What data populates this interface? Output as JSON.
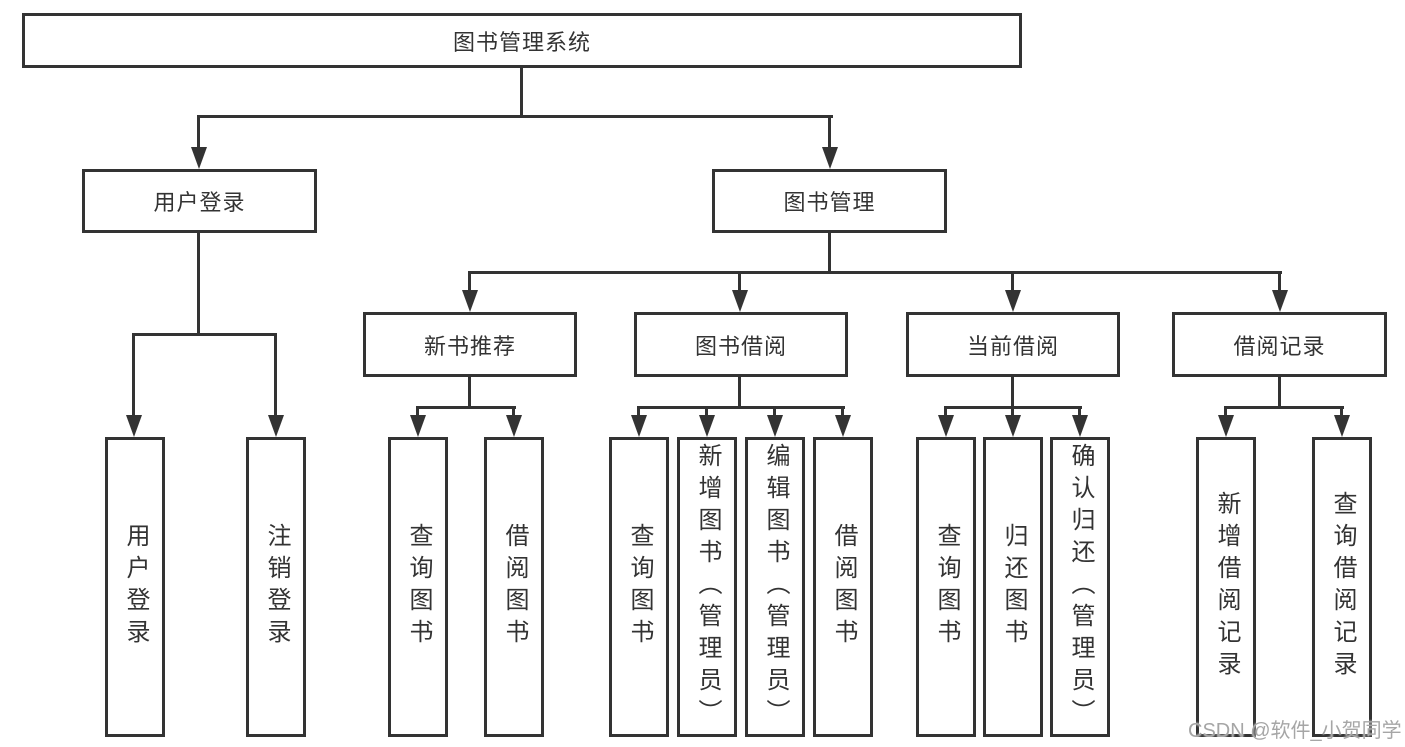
{
  "tree": {
    "root": {
      "label": "图书管理系统",
      "children": [
        {
          "label": "用户登录",
          "children": [
            {
              "label": "用户登录"
            },
            {
              "label": "注销登录"
            }
          ]
        },
        {
          "label": "图书管理",
          "children": [
            {
              "label": "新书推荐",
              "children": [
                {
                  "label": "查询图书"
                },
                {
                  "label": "借阅图书"
                }
              ]
            },
            {
              "label": "图书借阅",
              "children": [
                {
                  "label": "查询图书"
                },
                {
                  "label": "新增图书（管理员）"
                },
                {
                  "label": "编辑图书（管理员）"
                },
                {
                  "label": "借阅图书"
                }
              ]
            },
            {
              "label": "当前借阅",
              "children": [
                {
                  "label": "查询图书"
                },
                {
                  "label": "归还图书"
                },
                {
                  "label": "确认归还（管理员）"
                }
              ]
            },
            {
              "label": "借阅记录",
              "children": [
                {
                  "label": "新增借阅记录"
                },
                {
                  "label": "查询借阅记录"
                }
              ]
            }
          ]
        }
      ]
    }
  },
  "watermark": "CSDN @软件_小贺同学",
  "colors": {
    "line": "#333333",
    "text": "#333333",
    "watermark": "#a6a6a6",
    "background": "#ffffff"
  }
}
